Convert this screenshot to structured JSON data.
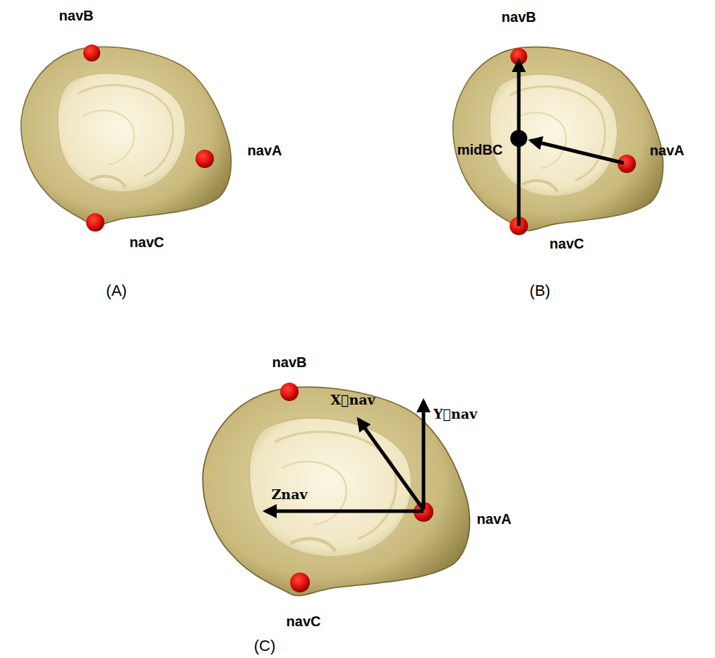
{
  "diagram": {
    "labels": [
      "navB",
      "navA",
      "navC",
      "(A)",
      "navB",
      "midBC",
      "navA",
      "navC",
      "(B)",
      "navB",
      "X⃗nav",
      "Y⃗nav",
      "Znav",
      "navA",
      "navC",
      "(C)"
    ]
  }
}
